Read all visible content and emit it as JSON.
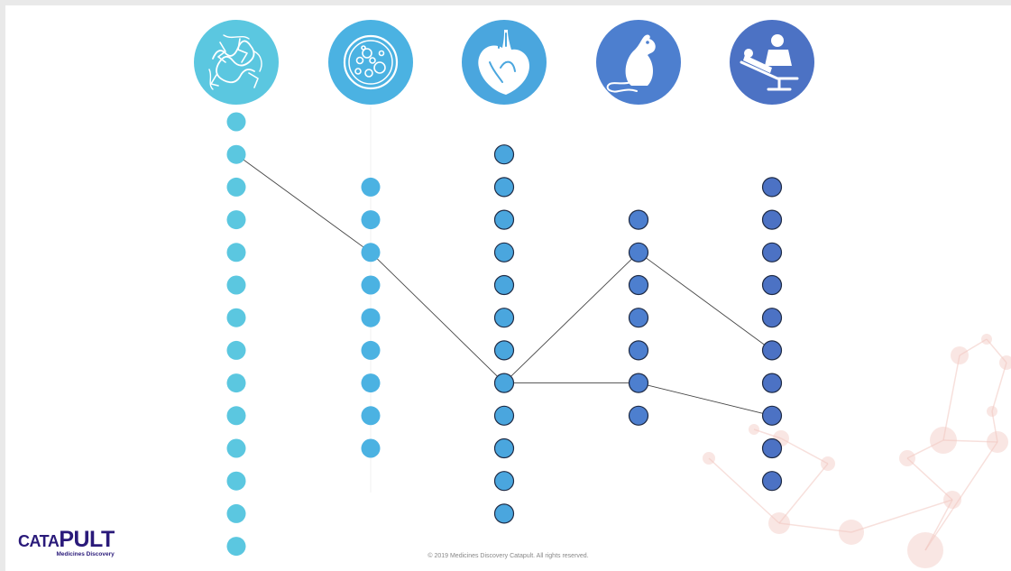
{
  "colors": {
    "col1": "#5bc7e0",
    "col2": "#4bb2e2",
    "col3": "#4aa6de",
    "col4": "#4d7fcf",
    "col5": "#4c72c4",
    "dot_outline": "#1e2a44",
    "line": "#444444",
    "molecule": "#f2c7c0"
  },
  "stages": [
    {
      "icon": "protein-icon",
      "dots": [
        1,
        2,
        3,
        4,
        5,
        6,
        7,
        8,
        9,
        10,
        11,
        12,
        13,
        14
      ],
      "outlined": false
    },
    {
      "icon": "petri-dish-icon",
      "dots": [
        3,
        4,
        5,
        6,
        7,
        8,
        9,
        10,
        11
      ],
      "outlined": false
    },
    {
      "icon": "heart-icon",
      "dots": [
        2,
        3,
        4,
        5,
        6,
        7,
        8,
        9,
        10,
        11,
        12,
        13
      ],
      "outlined": true
    },
    {
      "icon": "mouse-icon",
      "dots": [
        4,
        5,
        6,
        7,
        8,
        9,
        10
      ],
      "outlined": true
    },
    {
      "icon": "patient-doctor-icon",
      "dots": [
        3,
        4,
        5,
        6,
        7,
        8,
        9,
        10,
        11,
        12
      ],
      "outlined": true
    }
  ],
  "paths": [
    [
      [
        0,
        2
      ],
      [
        1,
        5
      ],
      [
        2,
        9
      ]
    ],
    [
      [
        2,
        9
      ],
      [
        3,
        5
      ],
      [
        4,
        8
      ]
    ],
    [
      [
        2,
        9
      ],
      [
        3,
        9
      ],
      [
        4,
        10
      ]
    ]
  ],
  "logo": {
    "brand_prefix": "CATA",
    "brand_suffix": "PULT",
    "subtitle": "Medicines Discovery"
  },
  "footer": "© 2019 Medicines Discovery Catapult. All rights reserved."
}
